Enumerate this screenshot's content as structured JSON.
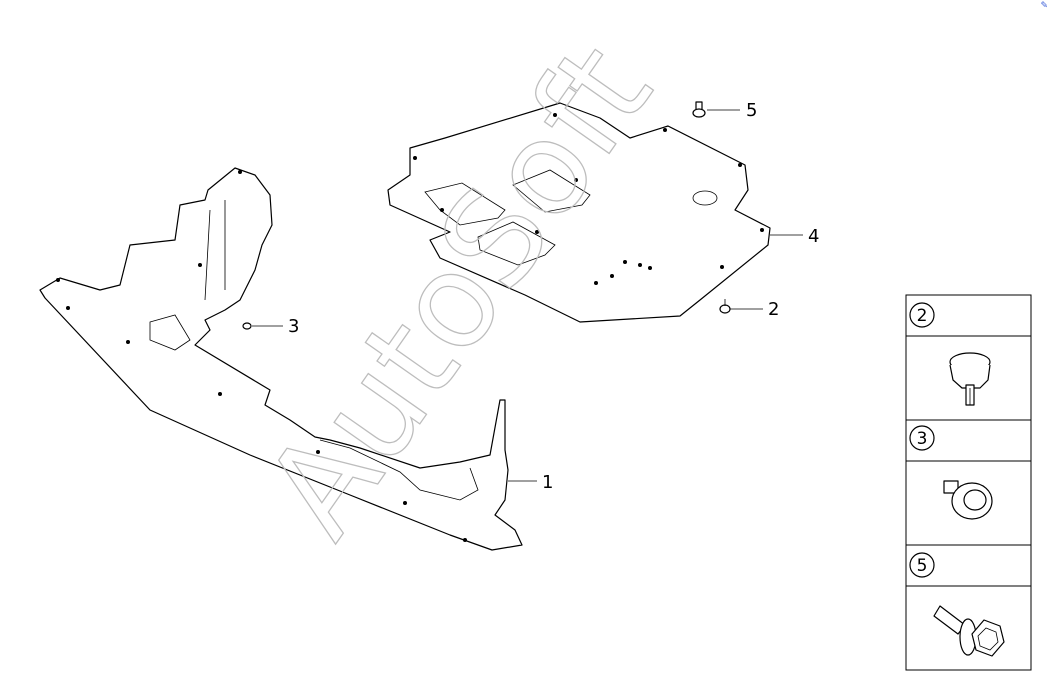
{
  "watermark": "AutoSoft",
  "callouts": [
    {
      "id": "1",
      "label": "1"
    },
    {
      "id": "2",
      "label": "2"
    },
    {
      "id": "3",
      "label": "3"
    },
    {
      "id": "4",
      "label": "4"
    },
    {
      "id": "5",
      "label": "5"
    }
  ],
  "legend": [
    {
      "number": "2",
      "part": "clip-icon"
    },
    {
      "number": "3",
      "part": "screw-icon"
    },
    {
      "number": "5",
      "part": "bolt-icon"
    }
  ],
  "corner_icon": "pen-icon"
}
